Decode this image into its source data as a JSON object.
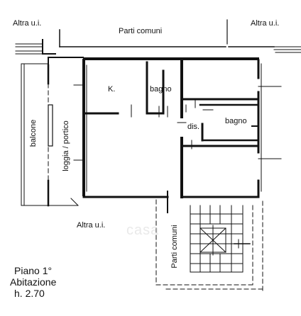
{
  "labels": {
    "altra_top_left": "Altra u.i.",
    "altra_top_right": "Altra u.i.",
    "parti_comuni_top": "Parti comuni",
    "kitchen": "K.",
    "bagno_1": "bagno",
    "bagno_2": "bagno",
    "dis": "dis.",
    "balcone": "balcone",
    "loggia": "loggia / portico",
    "altra_bottom": "Altra u.i.",
    "parti_comuni_vertical": "Parti comuni"
  },
  "caption": {
    "line1": "Piano 1°",
    "line2": "Abitazione",
    "line3": "h. 2.70"
  },
  "watermark": "casa"
}
